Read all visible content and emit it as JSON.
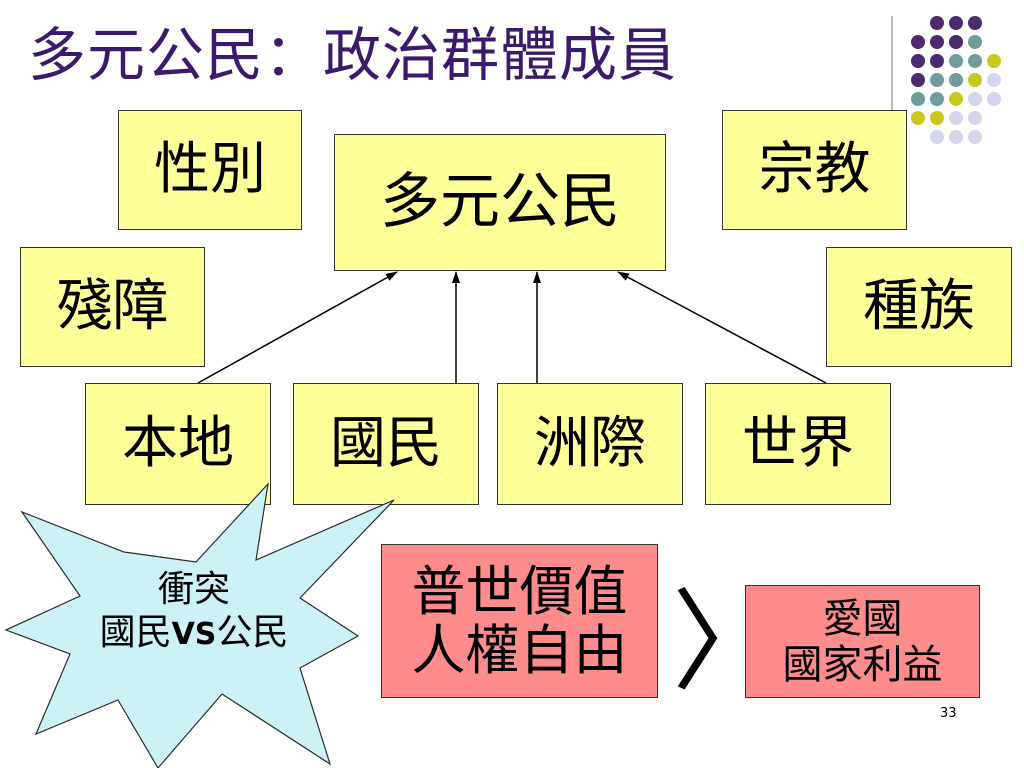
{
  "slide": {
    "title": "多元公民：政治群體成員",
    "page_number": "33"
  },
  "diagram": {
    "center": "多元公民",
    "identities": {
      "gender": "性別",
      "religion": "宗教",
      "disability": "殘障",
      "ethnicity": "種族"
    },
    "levels": {
      "local": "本地",
      "national": "國民",
      "continental": "洲際",
      "global": "世界"
    },
    "conflict": {
      "line1": "衝突",
      "line2_a": "國民",
      "line2_vs": "VS",
      "line2_b": "公民"
    },
    "universal_values": {
      "line1": "普世價值",
      "line2": "人權自由"
    },
    "comparison_symbol": "〉",
    "national_interest": {
      "line1": "愛國",
      "line2": "國家利益"
    }
  },
  "colors": {
    "title": "#3b1a6b",
    "box_fill": "#ffff99",
    "highlight_fill": "#ff8c8c",
    "star_fill": "#ccf2f7",
    "dot_purple": "#4b2a6e",
    "dot_teal": "#6f9c9c",
    "dot_olive": "#c8c81e",
    "dot_lavender": "#d4d4ea"
  }
}
